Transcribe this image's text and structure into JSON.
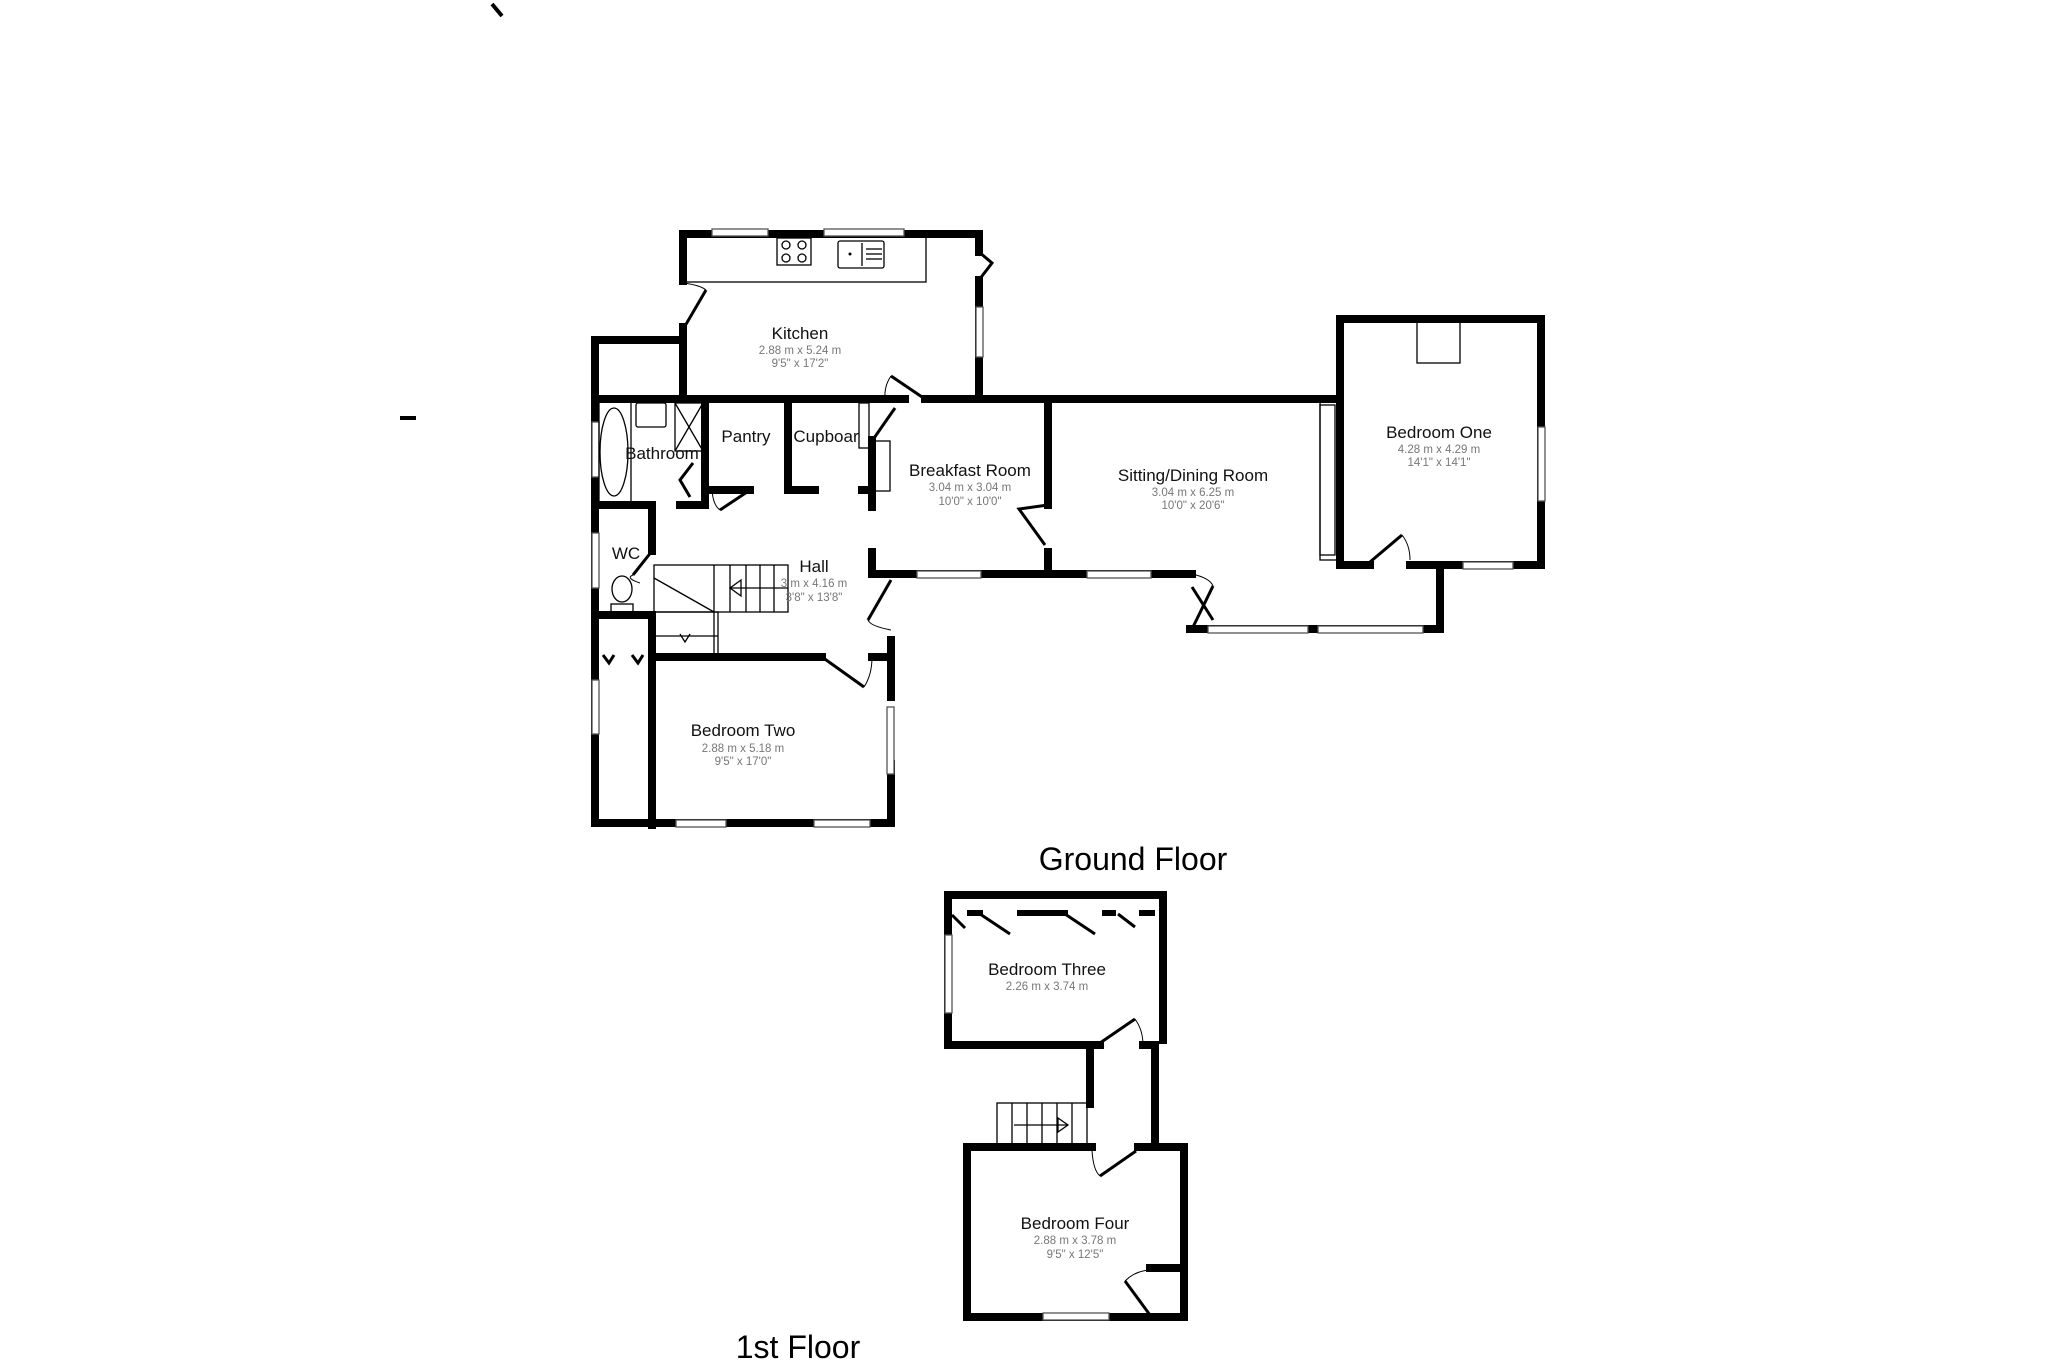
{
  "floors": [
    {
      "label": "Ground Floor"
    },
    {
      "label": "1st Floor"
    }
  ],
  "rooms": {
    "kitchen": {
      "name": "Kitchen",
      "metric": "2.88 m x 5.24 m",
      "imperial": "9'5\" x 17'2\""
    },
    "pantry": {
      "name": "Pantry"
    },
    "cupboard": {
      "name": "Cupboar"
    },
    "bathroom": {
      "name": "Bathroom"
    },
    "wc": {
      "name": "WC"
    },
    "hall": {
      "name": "Hall",
      "metric": "3 m x 4.16 m",
      "imperial": "3'8\" x 13'8\""
    },
    "breakfast": {
      "name": "Breakfast Room",
      "metric": "3.04 m x 3.04 m",
      "imperial": "10'0\" x 10'0\""
    },
    "sitting": {
      "name": "Sitting/Dining Room",
      "metric": "3.04 m x 6.25 m",
      "imperial": "10'0\" x 20'6\""
    },
    "bedroom_one": {
      "name": "Bedroom One",
      "metric": "4.28 m x 4.29 m",
      "imperial": "14'1\" x 14'1\""
    },
    "bedroom_two": {
      "name": "Bedroom Two",
      "metric": "2.88 m x 5.18 m",
      "imperial": "9'5\" x 17'0\""
    },
    "bedroom_three": {
      "name": "Bedroom Three",
      "metric": "2.26 m x 3.74 m"
    },
    "bedroom_four": {
      "name": "Bedroom Four",
      "metric": "2.88 m x 3.78 m",
      "imperial": "9'5\" x 12'5\""
    }
  }
}
